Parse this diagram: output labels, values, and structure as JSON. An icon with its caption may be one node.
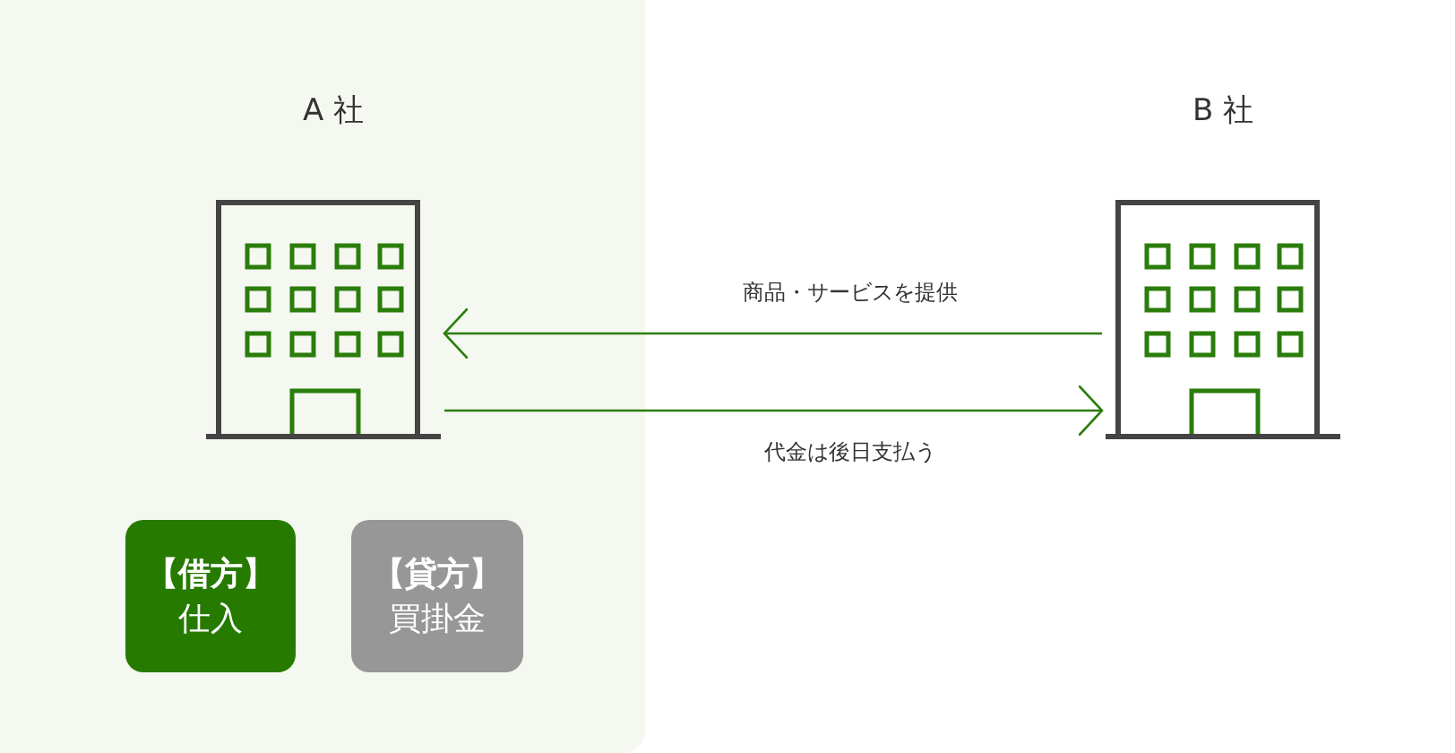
{
  "diagram": {
    "nodes": [
      {
        "text": [
          "A 社"
        ]
      },
      {
        "text": [],
        "shape": "picture",
        "in": 0
      },
      {
        "text": [
          "【借方】",
          "仕入"
        ],
        "in": 0
      },
      {
        "text": [
          "【貸方】",
          "買掛金"
        ],
        "in": 0
      },
      {
        "text": [],
        "shape": "picture",
        "beside": [
          "B 社"
        ]
      }
    ],
    "edges": [
      {
        "from": 4,
        "to": 1,
        "arrow": "to",
        "label": "商品・サービスを提供"
      },
      {
        "from": 1,
        "to": 4,
        "arrow": "to",
        "label": "代金は後日支払う"
      }
    ]
  }
}
